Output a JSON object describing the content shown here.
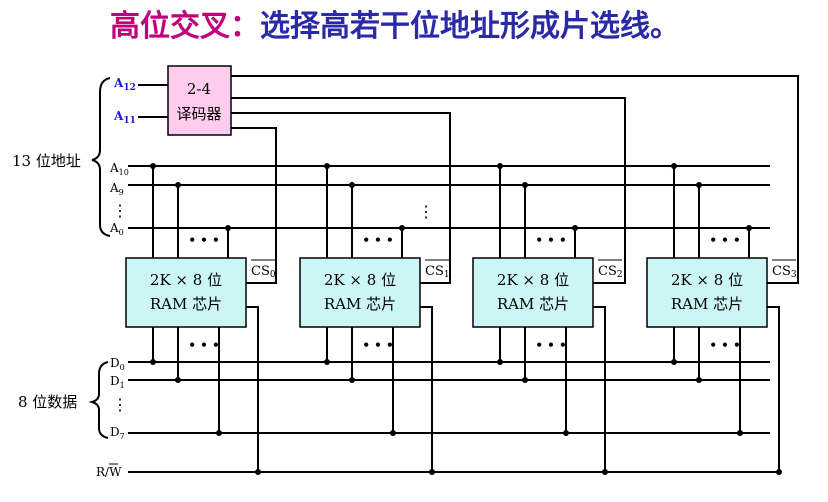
{
  "title": {
    "prefix": "高位交叉：",
    "rest": "选择高若干位地址形成片选线。",
    "prefix_color": "#c0007a",
    "rest_color": "#2a2aa8"
  },
  "decoder": {
    "line1": "2-4",
    "line2": "译码器"
  },
  "address": {
    "group_label": "13 位地址",
    "a12": "A12",
    "a11": "A11",
    "a10": "A10",
    "a9": "A9",
    "a0": "A0",
    "ellipsis": "⋮"
  },
  "data_bus": {
    "group_label": "8 位数据",
    "d0": "D0",
    "d1": "D1",
    "d7": "D7",
    "ellipsis": "⋮"
  },
  "rw_label": "R/W",
  "chips": [
    {
      "line1": "2K × 8 位",
      "line2": "RAM 芯片",
      "cs": "CS0"
    },
    {
      "line1": "2K × 8 位",
      "line2": "RAM 芯片",
      "cs": "CS1"
    },
    {
      "line1": "2K × 8 位",
      "line2": "RAM 芯片",
      "cs": "CS2"
    },
    {
      "line1": "2K × 8 位",
      "line2": "RAM 芯片",
      "cs": "CS3"
    }
  ],
  "dots": "• • •"
}
